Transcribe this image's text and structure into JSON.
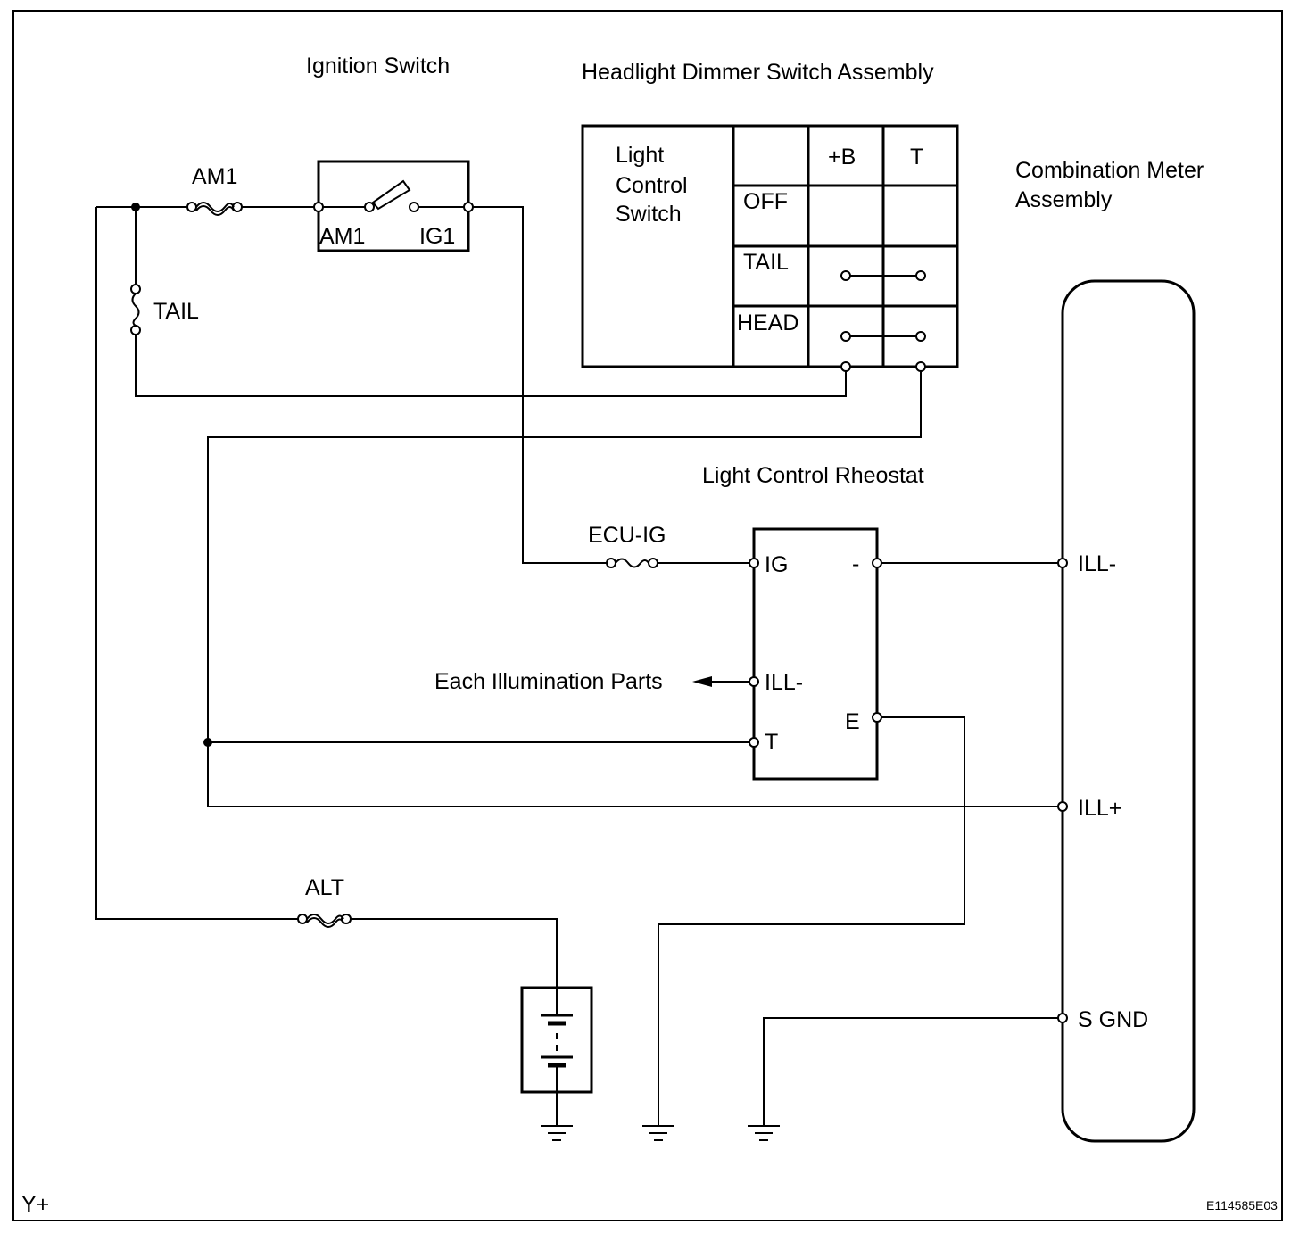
{
  "titles": {
    "ignition_switch": "Ignition Switch",
    "headlight_dimmer": "Headlight Dimmer Switch Assembly",
    "combination_meter_line1": "Combination Meter",
    "combination_meter_line2": "Assembly",
    "rheostat": "Light Control Rheostat"
  },
  "fuses": {
    "am1": "AM1",
    "tail": "TAIL",
    "ecu_ig": "ECU-IG",
    "alt": "ALT"
  },
  "ignition_terminals": {
    "am1": "AM1",
    "ig1": "IG1"
  },
  "light_control_switch": {
    "label_line1": "Light",
    "label_line2": "Control",
    "label_line3": "Switch",
    "columns": [
      "+B",
      "T"
    ],
    "rows": [
      "OFF",
      "TAIL",
      "HEAD"
    ]
  },
  "rheostat_terminals": {
    "ig": "IG",
    "minus": "-",
    "ill_minus": "ILL-",
    "e": "E",
    "t": "T"
  },
  "meter_terminals": {
    "ill_minus": "ILL-",
    "ill_plus": "ILL+",
    "s_gnd": "S GND"
  },
  "each_illumination": "Each Illumination Parts",
  "corner_left": "Y+",
  "corner_right": "E114585E03"
}
